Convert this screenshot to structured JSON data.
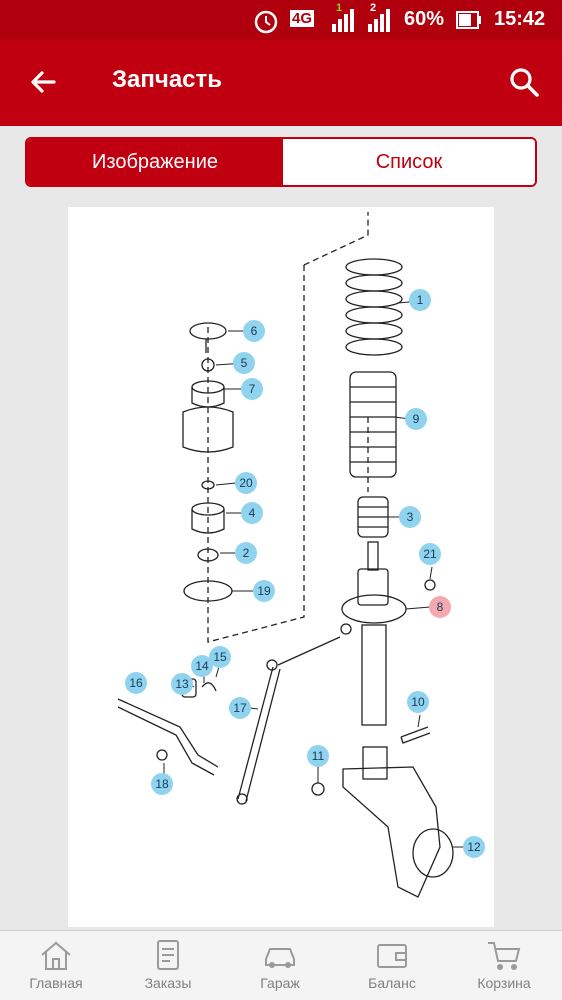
{
  "status_bar": {
    "network": "4G",
    "sim1": "1",
    "sim2": "2",
    "battery": "60%",
    "time": "15:42"
  },
  "header": {
    "title": "Запчасть"
  },
  "segments": {
    "image_tab": "Изображение",
    "list_tab": "Список"
  },
  "diagram": {
    "callouts": [
      "1",
      "6",
      "5",
      "7",
      "9",
      "20",
      "4",
      "3",
      "2",
      "21",
      "19",
      "8",
      "15",
      "14",
      "16",
      "13",
      "17",
      "10",
      "11",
      "18",
      "12"
    ],
    "highlighted": "8"
  },
  "bottom_nav": [
    {
      "label": "Главная",
      "icon": "home-icon"
    },
    {
      "label": "Заказы",
      "icon": "clipboard-icon"
    },
    {
      "label": "Гараж",
      "icon": "car-icon"
    },
    {
      "label": "Баланс",
      "icon": "wallet-icon"
    },
    {
      "label": "Корзина",
      "icon": "cart-icon"
    }
  ],
  "colors": {
    "primary": "#c00010",
    "highlight": "#f4a8b0",
    "callout": "#8fd3ef"
  }
}
